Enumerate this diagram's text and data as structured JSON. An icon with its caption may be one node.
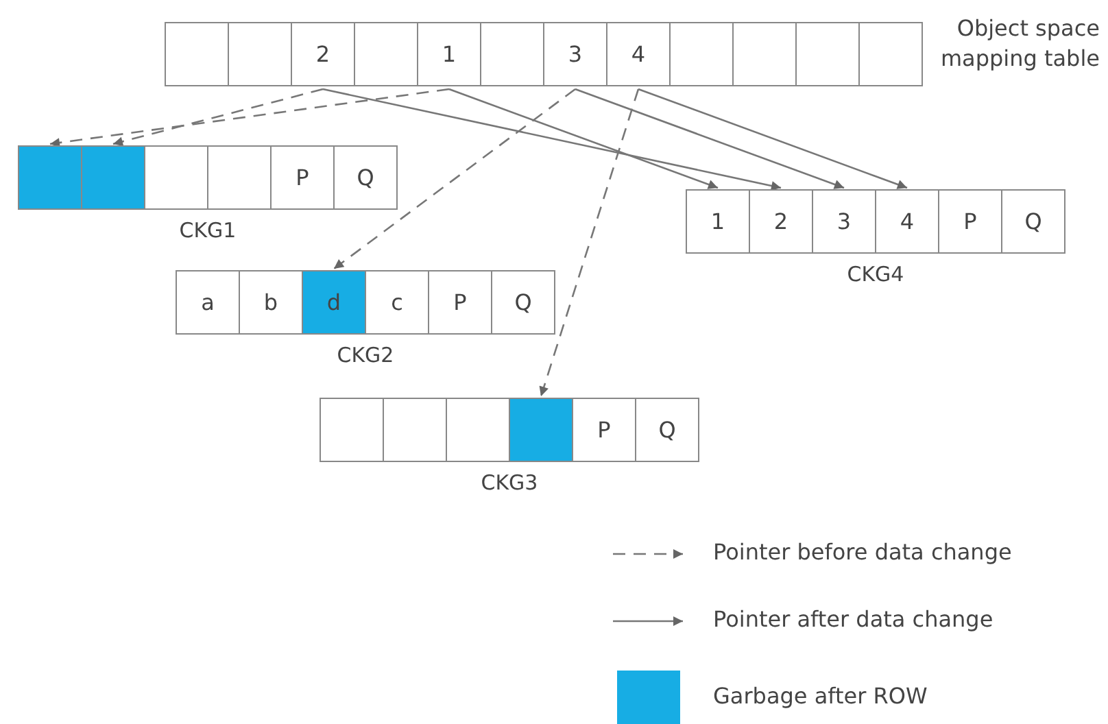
{
  "diagram": {
    "nodes": [
      {
        "text": [
          "Object space mapping table"
        ]
      },
      {
        "text": [],
        "shape": "box",
        "in": 0
      },
      {
        "text": [],
        "shape": "box",
        "in": 0
      },
      {
        "text": [
          "2"
        ],
        "in": 0
      },
      {
        "text": [],
        "shape": "box",
        "in": 0
      },
      {
        "text": [
          "1"
        ],
        "in": 0
      },
      {
        "text": [],
        "shape": "box",
        "in": 0
      },
      {
        "text": [
          "3"
        ],
        "in": 0
      },
      {
        "text": [
          "4"
        ],
        "in": 0
      },
      {
        "text": [],
        "shape": "box",
        "in": 0
      },
      {
        "text": [],
        "shape": "box",
        "in": 0
      },
      {
        "text": [],
        "shape": "box",
        "in": 0
      },
      {
        "text": [],
        "shape": "box",
        "in": 0
      },
      {
        "text": [
          "CKG1"
        ]
      },
      {
        "text": [],
        "shape": "box",
        "in": 13
      },
      {
        "text": [],
        "shape": "box",
        "in": 13
      },
      {
        "text": [],
        "shape": "box",
        "in": 13
      },
      {
        "text": [],
        "shape": "box",
        "in": 13
      },
      {
        "text": [
          "P"
        ],
        "in": 13
      },
      {
        "text": [
          "Q"
        ],
        "in": 13
      },
      {
        "text": [
          "CKG4"
        ]
      },
      {
        "text": [
          "1"
        ],
        "in": 20
      },
      {
        "text": [
          "2"
        ],
        "in": 20
      },
      {
        "text": [
          "3"
        ],
        "in": 20
      },
      {
        "text": [
          "4"
        ],
        "in": 20
      },
      {
        "text": [
          "P"
        ],
        "in": 20
      },
      {
        "text": [
          "Q"
        ],
        "in": 20
      },
      {
        "text": [
          "CKG2"
        ]
      },
      {
        "text": [
          "a"
        ],
        "in": 27
      },
      {
        "text": [
          "b"
        ],
        "in": 27
      },
      {
        "text": [
          "d"
        ],
        "in": 27
      },
      {
        "text": [
          "c"
        ],
        "in": 27
      },
      {
        "text": [
          "P"
        ],
        "in": 27
      },
      {
        "text": [
          "Q"
        ],
        "in": 27
      },
      {
        "text": [
          "CKG3"
        ]
      },
      {
        "text": [],
        "shape": "box",
        "in": 34
      },
      {
        "text": [],
        "shape": "box",
        "in": 34
      },
      {
        "text": [],
        "shape": "box",
        "in": 34
      },
      {
        "text": [],
        "shape": "box",
        "in": 34
      },
      {
        "text": [
          "P"
        ],
        "in": 34
      },
      {
        "text": [
          "Q"
        ],
        "in": 34
      }
    ],
    "edges": [
      {
        "from": 5,
        "to": 14,
        "arrow": "to",
        "style": "dashed"
      },
      {
        "from": 3,
        "to": 15,
        "arrow": "to",
        "style": "dashed"
      },
      {
        "from": 7,
        "to": 30,
        "arrow": "to",
        "style": "dashed"
      },
      {
        "from": 8,
        "to": 38,
        "arrow": "to",
        "style": "dashed"
      },
      {
        "from": 5,
        "to": 21,
        "arrow": "to"
      },
      {
        "from": 3,
        "to": 22,
        "arrow": "to"
      },
      {
        "from": 7,
        "to": 23,
        "arrow": "to"
      },
      {
        "from": 8,
        "to": 24,
        "arrow": "to"
      }
    ],
    "legend": [
      {
        "text": "Pointer before data change"
      },
      {
        "text": "Pointer after data change"
      },
      {
        "text": "Garbage after ROW",
        "color": "#17ade4"
      }
    ]
  }
}
